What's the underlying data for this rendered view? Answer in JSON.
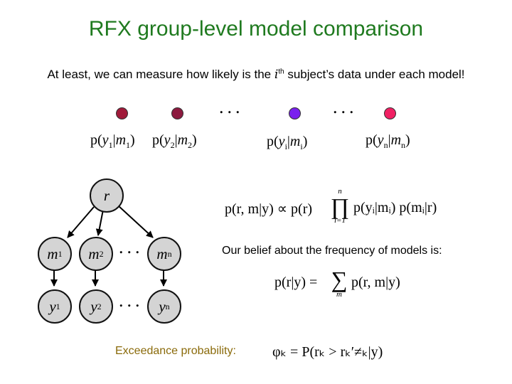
{
  "title": "RFX group-level model comparison",
  "subtitle": {
    "prefix": "At least, we can measure how likely is the ",
    "i": "i",
    "th": "th",
    "suffix": " subject’s data under each model!"
  },
  "ellipsis": "...",
  "dot_colors": [
    "#a01a3a",
    "#8c1a3f",
    "#7a20ee",
    "#f02063"
  ],
  "likelihood_labels": [
    {
      "y": "y",
      "ysub": "1",
      "m": "m",
      "msub": "1"
    },
    {
      "y": "y",
      "ysub": "2",
      "m": "m",
      "msub": "2"
    },
    {
      "y": "y",
      "ysub": "i",
      "m": "m",
      "msub": "i"
    },
    {
      "y": "y",
      "ysub": "n",
      "m": "m",
      "msub": "n"
    }
  ],
  "graph": {
    "root": "r",
    "m_nodes": [
      {
        "v": "m",
        "s": "1"
      },
      {
        "v": "m",
        "s": "2"
      },
      {
        "v": "m",
        "s": "n"
      }
    ],
    "y_nodes": [
      {
        "v": "y",
        "s": "1"
      },
      {
        "v": "y",
        "s": "2"
      },
      {
        "v": "y",
        "s": "n"
      }
    ]
  },
  "posterior_formula": {
    "lhs": "p(r, m|y) ∝ p(r)",
    "prod_upper": "n",
    "prod_lower": "i=1",
    "rhs": "p(yᵢ|mᵢ) p(mᵢ|r)"
  },
  "belief_text": "Our belief about the frequency of models is:",
  "marginal_formula": {
    "lhs": "p(r|y) =",
    "sum_lower": "m",
    "rhs": "p(r, m|y)"
  },
  "exceedance_label": "Exceedance probability:",
  "exceedance_formula": "φₖ = P(rₖ > rₖ′≠ₖ|y)"
}
